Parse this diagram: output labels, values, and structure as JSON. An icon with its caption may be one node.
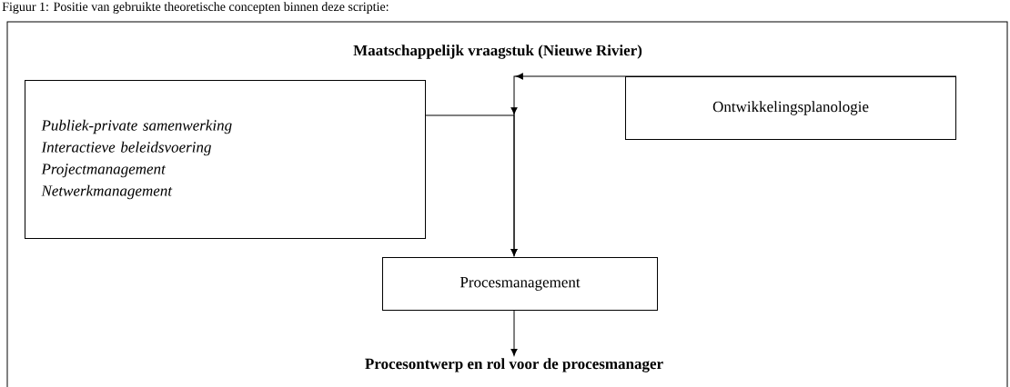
{
  "diagram": {
    "caption": "Figuur 1: Positie van gebruikte theoretische concepten binnen deze scriptie:",
    "nodes": [
      {
        "text": [
          "Maatschappelijk vraagstuk (Nieuwe Rivier)"
        ]
      },
      {
        "text": [
          "Publiek-private samenwerking",
          "Interactieve beleidsvoering",
          "Projectmanagement",
          "Netwerkmanagement"
        ],
        "in": 0
      },
      {
        "text": [
          "Ontwikkelingsplanologie"
        ],
        "in": 0
      },
      {
        "text": [
          "Procesmanagement"
        ],
        "in": 0
      },
      {
        "text": [
          "Procesontwerp en rol voor de procesmanager"
        ],
        "in": 0
      }
    ],
    "edges": [
      {
        "from": 2,
        "to": 3,
        "arrow": "to"
      },
      {
        "from": 1,
        "to": 3,
        "arrow": "to"
      },
      {
        "from": 3,
        "to": 4,
        "arrow": "to"
      }
    ]
  }
}
